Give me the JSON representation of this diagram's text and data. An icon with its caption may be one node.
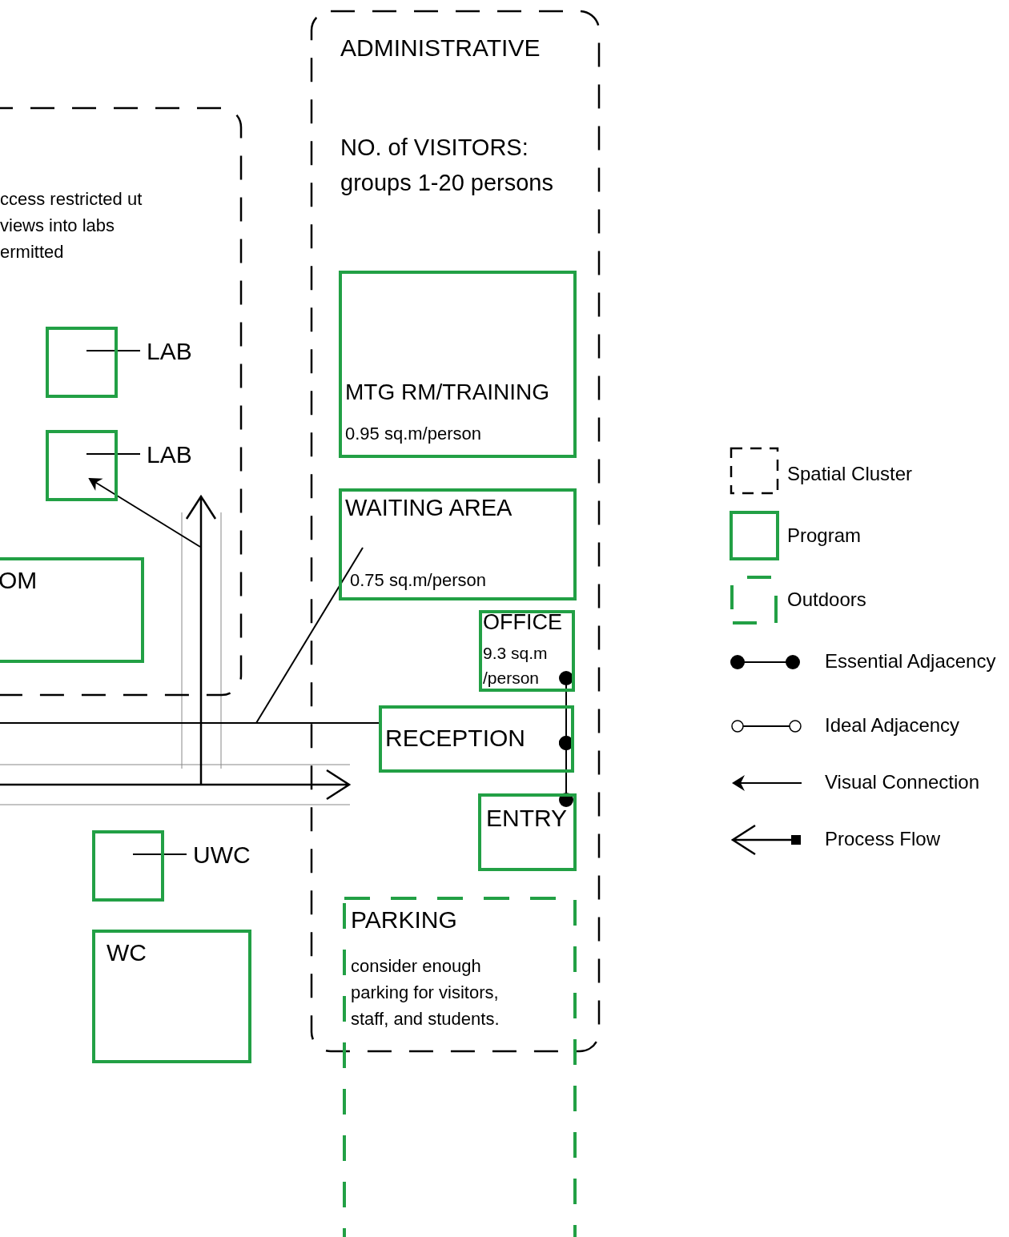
{
  "diagram": {
    "nodes": [
      {
        "text": [
          "ccess restricted ut views into labs ermitted"
        ]
      },
      {
        "text": [],
        "shape": "box",
        "in": 0
      },
      {
        "text": [
          "LAB"
        ],
        "in": 0
      },
      {
        "text": [],
        "shape": "box",
        "in": 0
      },
      {
        "text": [
          "LAB"
        ],
        "in": 0
      },
      {
        "text": [
          "OM"
        ],
        "in": 0
      },
      {
        "text": [
          "ADMINISTRATIVE",
          "NO. of VISITORS: groups 1-20 persons"
        ]
      },
      {
        "text": [
          "MTG RM/TRAINING",
          "0.95 sq.m/person"
        ],
        "in": 6
      },
      {
        "text": [
          "WAITING AREA",
          "0.75 sq.m/person"
        ],
        "in": 6
      },
      {
        "text": [
          "OFFICE",
          "9.3 sq.m /person"
        ],
        "in": 6
      },
      {
        "text": [
          "RECEPTION"
        ],
        "in": 6
      },
      {
        "text": [
          "ENTRY"
        ],
        "in": 6
      },
      {
        "text": [
          "PARKING",
          "consider enough parking for visitors, staff, and students."
        ]
      },
      {
        "text": [],
        "shape": "box"
      },
      {
        "text": [
          "UWC"
        ]
      },
      {
        "text": [
          "WC"
        ]
      }
    ],
    "edges": [
      {
        "from": 9,
        "to": 10,
        "arrow": "other"
      },
      {
        "from": 10,
        "to": 11,
        "arrow": "other"
      },
      {
        "from": 10,
        "to": null,
        "arrow": "none"
      },
      {
        "from": 8,
        "to": null,
        "arrow": "none"
      },
      {
        "from": null,
        "to": 3,
        "arrow": "to"
      },
      {
        "from": 2,
        "to": 1,
        "arrow": "none"
      },
      {
        "from": 4,
        "to": 3,
        "arrow": "none"
      },
      {
        "from": 14,
        "to": 13,
        "arrow": "none"
      }
    ],
    "legend": [
      {
        "text": "Spatial Cluster"
      },
      {
        "text": "Program"
      },
      {
        "text": "Outdoors"
      },
      {
        "text": "Essential Adjacency"
      },
      {
        "text": "Ideal Adjacency"
      },
      {
        "text": "Visual Connection"
      },
      {
        "text": "Process Flow"
      }
    ]
  }
}
